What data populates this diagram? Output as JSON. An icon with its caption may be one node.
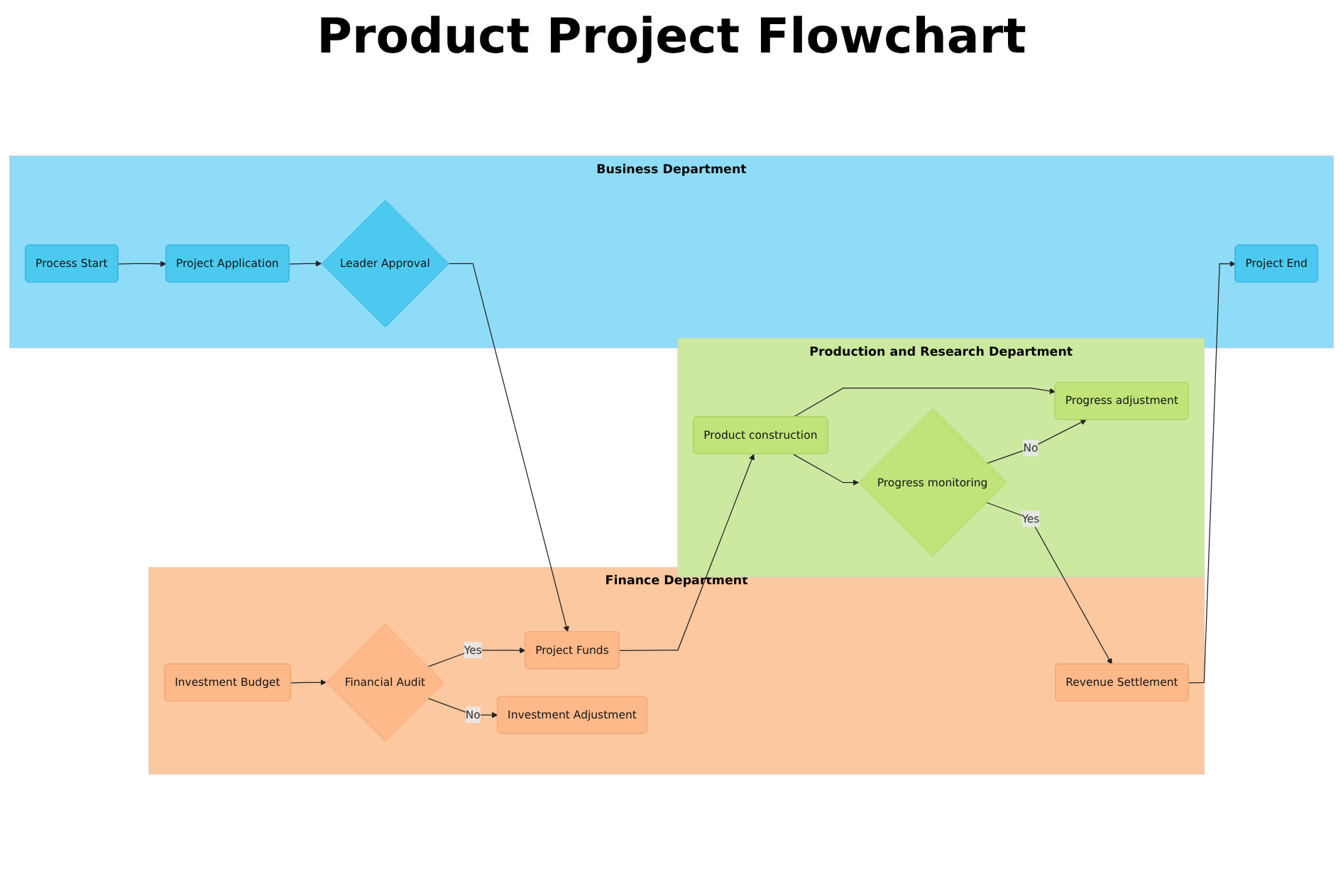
{
  "diagram": {
    "title": "Product Project Flowchart",
    "nodes": [
      {
        "text": [
          "Business Department"
        ]
      },
      {
        "text": [
          "Process Start"
        ],
        "in": 0
      },
      {
        "text": [
          "Project Application"
        ],
        "in": 0
      },
      {
        "text": [
          "Leader Approval"
        ],
        "in": 0
      },
      {
        "text": [
          "Project End"
        ],
        "in": 0
      },
      {
        "text": [
          "Finance Department"
        ]
      },
      {
        "text": [
          "Investment Budget"
        ],
        "in": 5
      },
      {
        "text": [
          "Financial Audit"
        ],
        "in": 5
      },
      {
        "text": [
          "Project Funds"
        ],
        "in": 5
      },
      {
        "text": [
          "Revenue Settlement"
        ],
        "in": 5
      },
      {
        "text": [
          "Investment Adjustment"
        ],
        "in": 5
      },
      {
        "text": [
          "Production and Research Department"
        ]
      },
      {
        "text": [
          "Product construction"
        ],
        "in": 11
      },
      {
        "text": [
          "Progress monitoring"
        ],
        "in": 11
      },
      {
        "text": [
          "Progress adjustment"
        ],
        "in": 11
      }
    ],
    "edges": [
      {
        "from": 1,
        "to": 2,
        "arrow": "to"
      },
      {
        "from": 2,
        "to": 3,
        "arrow": "to"
      },
      {
        "from": 3,
        "to": 8,
        "arrow": "to"
      },
      {
        "from": 6,
        "to": 7,
        "arrow": "to"
      },
      {
        "from": 7,
        "to": 8,
        "arrow": "to",
        "label": "Yes"
      },
      {
        "from": 7,
        "to": 10,
        "arrow": "to",
        "label": "No"
      },
      {
        "from": 8,
        "to": 12,
        "arrow": "to"
      },
      {
        "from": 12,
        "to": 13,
        "arrow": "to"
      },
      {
        "from": 12,
        "to": 14,
        "arrow": "to"
      },
      {
        "from": 13,
        "to": 14,
        "arrow": "to",
        "label": "No"
      },
      {
        "from": 13,
        "to": 9,
        "arrow": "to",
        "label": "Yes"
      },
      {
        "from": 9,
        "to": 4,
        "arrow": "to"
      }
    ]
  }
}
